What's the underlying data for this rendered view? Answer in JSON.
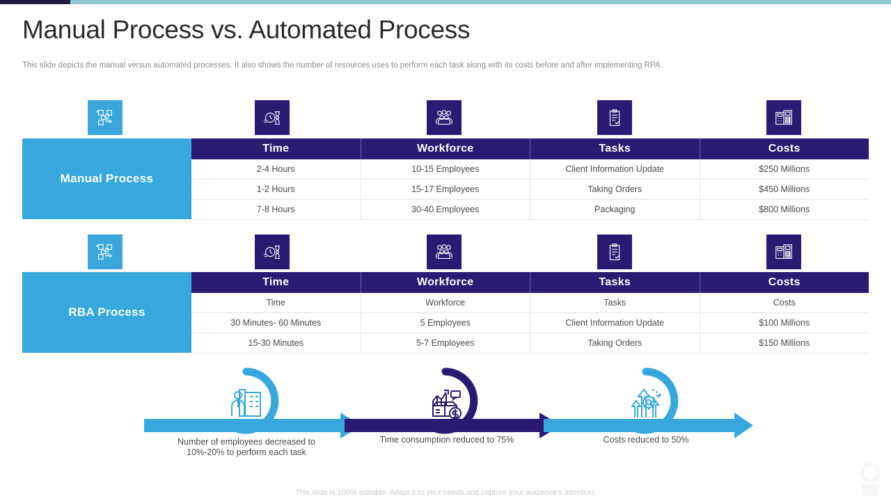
{
  "topbar": {
    "dark_color": "#251a46",
    "accent_color": "#8fc6d4"
  },
  "header": {
    "title": "Manual Process vs. Automated Process",
    "subtitle": "This slide depicts the manual versus automated processes. It also shows the number of resources uses to perform each task along with its costs before and after implementing RPA."
  },
  "colors": {
    "navy": "#2a1a72",
    "cyan": "#36a8dd",
    "header_text": "#ffffff",
    "body_text": "#4a4a4a",
    "grid_line": "#e4e4e8"
  },
  "icons": {
    "process": "process-gears-icon",
    "time": "clock-hourglass-icon",
    "workforce": "people-group-icon",
    "tasks": "clipboard-checklist-icon",
    "costs": "calculator-icon"
  },
  "tables": [
    {
      "id": "manual-process",
      "label": "Manual Process",
      "columns": [
        "Time",
        "Workforce",
        "Tasks",
        "Costs"
      ],
      "rows": [
        [
          "2-4 Hours",
          "10-15 Employees",
          "Client Information Update",
          "$250 Millions"
        ],
        [
          "1-2 Hours",
          "15-17 Employees",
          "Taking Orders",
          "$450 Millions"
        ],
        [
          "7-8 Hours",
          "30-40 Employees",
          "Packaging",
          "$800 Millions"
        ]
      ]
    },
    {
      "id": "rba-process",
      "label": "RBA Process",
      "columns": [
        "Time",
        "Workforce",
        "Tasks",
        "Costs"
      ],
      "rows": [
        [
          "Time",
          "Workforce",
          "Tasks",
          "Costs"
        ],
        [
          "30  Minutes- 60 Minutes",
          "5 Employees",
          "Client Information Update",
          "$100 Millions"
        ],
        [
          "15-30 Minutes",
          "5-7 Employees",
          "Taking Orders",
          "$150 Millions"
        ]
      ]
    }
  ],
  "timeline": {
    "steps": [
      {
        "icon": "employee-building-icon",
        "ring_color": "#36a8dd",
        "arrow_color": "#36a8dd",
        "caption": "Number of employees decreased to 10%-20% to perform each task"
      },
      {
        "icon": "growth-chart-box-dollar-icon",
        "ring_color": "#2a1a72",
        "arrow_color": "#2a1a72",
        "caption": "Time consumption reduced to 75%"
      },
      {
        "icon": "cost-reduction-gear-icon",
        "ring_color": "#36a8dd",
        "arrow_color": "#36a8dd",
        "caption": "Costs reduced to 50%"
      }
    ]
  },
  "footer": {
    "note": "This slide is 100% editable. Adapt it to your needs and capture your audience's attention."
  }
}
